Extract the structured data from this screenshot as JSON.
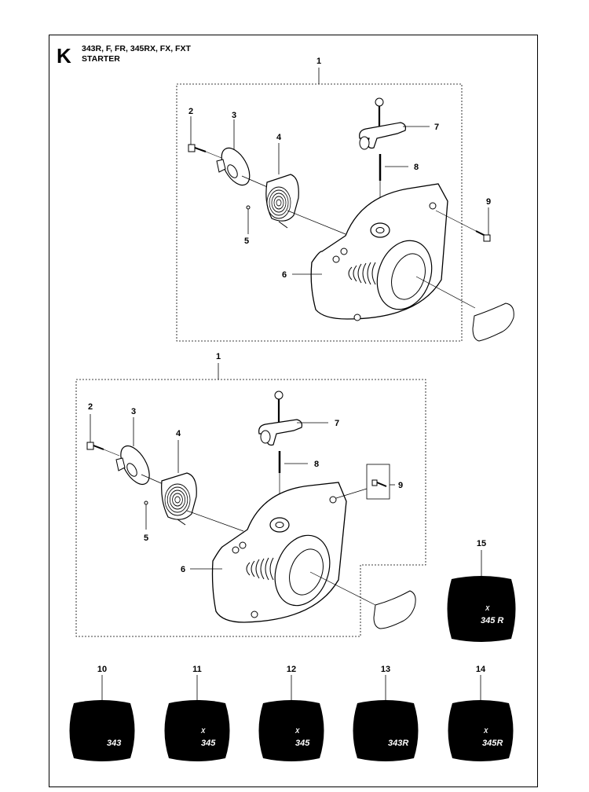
{
  "header": {
    "section_letter": "K",
    "models": "343R, F, FR, 345RX, FX, FXT",
    "title": "STARTER"
  },
  "upper_assembly": {
    "callouts": [
      "1",
      "2",
      "3",
      "4",
      "5",
      "6",
      "7",
      "8",
      "9"
    ]
  },
  "lower_assembly": {
    "callouts": [
      "1",
      "2",
      "3",
      "4",
      "5",
      "6",
      "7",
      "8",
      "9"
    ]
  },
  "decals": [
    {
      "number": "10",
      "brand": "",
      "model": "343"
    },
    {
      "number": "11",
      "brand": "X",
      "model": "345"
    },
    {
      "number": "12",
      "brand": "X",
      "model": "345"
    },
    {
      "number": "13",
      "brand": "",
      "model": "343R"
    },
    {
      "number": "14",
      "brand": "X",
      "model": "345R"
    },
    {
      "number": "15",
      "brand": "X",
      "model": "345 R"
    }
  ]
}
